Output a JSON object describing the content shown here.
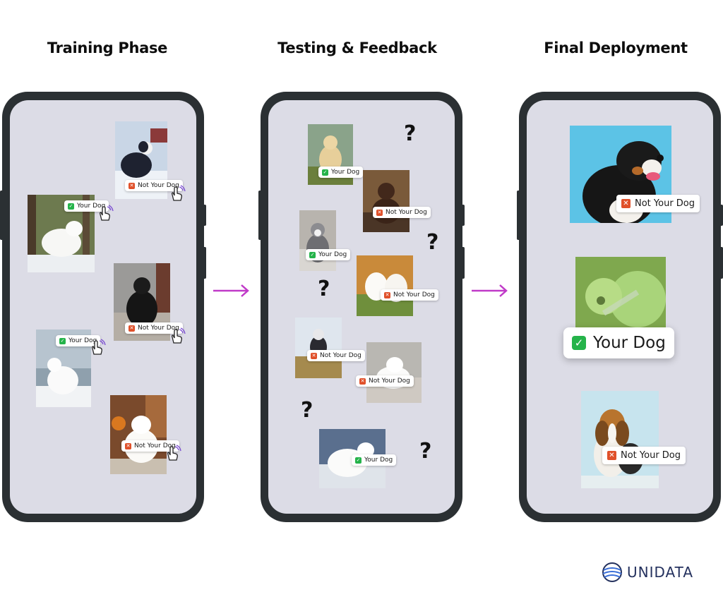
{
  "phases": [
    {
      "title": "Training Phase"
    },
    {
      "title": "Testing & Feedback"
    },
    {
      "title": "Final Deployment"
    }
  ],
  "labels": {
    "your_dog": "Your Dog",
    "not_your_dog": "Not Your Dog"
  },
  "training": [
    {
      "breed": "border-collie",
      "label": "Not Your Dog",
      "status": "no"
    },
    {
      "breed": "samoyed",
      "label": "Your Dog",
      "status": "ok"
    },
    {
      "breed": "newfoundland",
      "label": "Not Your Dog",
      "status": "no"
    },
    {
      "breed": "samoyed",
      "label": "Your Dog",
      "status": "ok"
    },
    {
      "breed": "pomeranian",
      "label": "Not Your Dog",
      "status": "no"
    }
  ],
  "testing": [
    {
      "breed": "labrador",
      "label": "Your Dog",
      "status": "ok"
    },
    {
      "breed": "chocolate-labrador",
      "label": "Not Your Dog",
      "status": "no"
    },
    {
      "breed": "husky",
      "label": "Your Dog",
      "status": "ok"
    },
    {
      "breed": "samoyed",
      "label": "Not Your Dog",
      "status": "no"
    },
    {
      "breed": "husky",
      "label": "Not Your Dog",
      "status": "no"
    },
    {
      "breed": "samoyed",
      "label": "Not Your Dog",
      "status": "no"
    },
    {
      "breed": "samoyed",
      "label": "Your Dog",
      "status": "ok"
    }
  ],
  "testing_question_mark": "?",
  "deployment": [
    {
      "breed": "bernese",
      "label": "Not Your Dog",
      "status": "no"
    },
    {
      "breed": "samoyed",
      "label": "Your Dog",
      "status": "ok"
    },
    {
      "breed": "beagle",
      "label": "Not Your Dog",
      "status": "no"
    }
  ],
  "brand": {
    "name": "UNIDATA",
    "color": "#24315e"
  },
  "colors": {
    "screen": "#dcdce6",
    "phone_frame": "#2b3033",
    "arrow": "#c03ac8",
    "ok": "#25b34a",
    "no": "#e0502a"
  },
  "icons": {
    "ok": "check-icon",
    "no": "cross-icon",
    "hand": "tap-hand-icon",
    "arrow": "arrow-right-icon",
    "logo": "globe-logo-icon"
  }
}
